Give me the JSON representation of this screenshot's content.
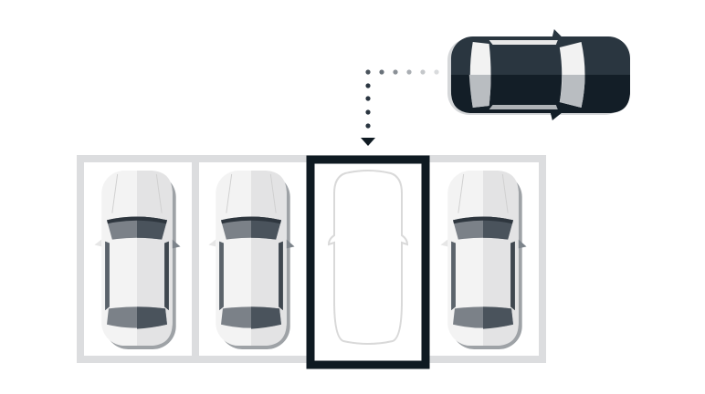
{
  "scene": {
    "description_label": "",
    "slots": [
      {
        "state": "occupied"
      },
      {
        "state": "occupied"
      },
      {
        "state": "target-empty"
      },
      {
        "state": "occupied"
      }
    ]
  },
  "colors": {
    "lot_line": "#dcdddf",
    "target_border": "#0f1a22",
    "parked_car_body": "#f1f1f1",
    "parked_car_glass": "#4a535c",
    "incoming_car_body": "#1c2731",
    "incoming_car_glass": "#c9cccf",
    "path_dots": "#2a3540"
  }
}
